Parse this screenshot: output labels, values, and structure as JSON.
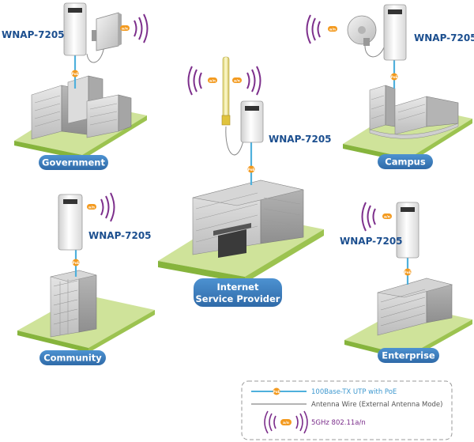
{
  "device_model": "WNAP-7205",
  "badge_text": "PoE",
  "signal_text": "a/n",
  "sites": {
    "government": {
      "label": "Government"
    },
    "campus": {
      "label": "Campus"
    },
    "isp": {
      "label_line1": "Internet",
      "label_line2": "Service Provider"
    },
    "community": {
      "label": "Community"
    },
    "enterprise": {
      "label": "Enterprise"
    }
  },
  "legend": {
    "poe_line": "100Base-TX UTP with PoE",
    "antenna_wire": "Antenna Wire (External Antenna Mode)",
    "wireless": "5GHz 802.11a/n"
  },
  "colors": {
    "pill_blue": "#3a7ebf",
    "model_text": "#1c4f8f",
    "cable_blue": "#4fb0dc",
    "poe_orange": "#f39a1f",
    "signal_purple": "#7d2f8c",
    "grass_green": "#cfe39a",
    "grass_side": "#86b43c",
    "legend_blue_text": "#3d98cf",
    "legend_gray_text": "#555555",
    "legend_purple_text": "#7a2c8a"
  }
}
